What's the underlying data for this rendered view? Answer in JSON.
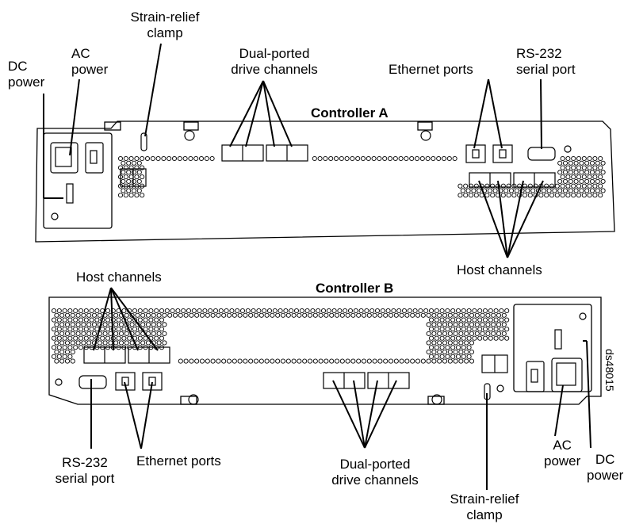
{
  "controller_a": {
    "title": "Controller A",
    "labels": {
      "dc_power": [
        "DC",
        "power"
      ],
      "ac_power": [
        "AC",
        "power"
      ],
      "strain_relief": [
        "Strain-relief",
        "clamp"
      ],
      "drive_channels": [
        "Dual-ported",
        "drive channels"
      ],
      "ethernet": [
        "Ethernet ports"
      ],
      "rs232": [
        "RS-232",
        "serial port"
      ],
      "host_channels": [
        "Host channels"
      ]
    }
  },
  "controller_b": {
    "title": "Controller B",
    "labels": {
      "host_channels": [
        "Host channels"
      ],
      "rs232": [
        "RS-232",
        "serial port"
      ],
      "ethernet": [
        "Ethernet ports"
      ],
      "drive_channels": [
        "Dual-ported",
        "drive channels"
      ],
      "strain_relief": [
        "Strain-relief",
        "clamp"
      ],
      "ac_power": [
        "AC",
        "power"
      ],
      "dc_power": [
        "DC",
        "power"
      ]
    }
  },
  "figure_id": "ds48015",
  "colors": {
    "line": "#000000",
    "panel": "#ffffff",
    "text": "#000000"
  }
}
